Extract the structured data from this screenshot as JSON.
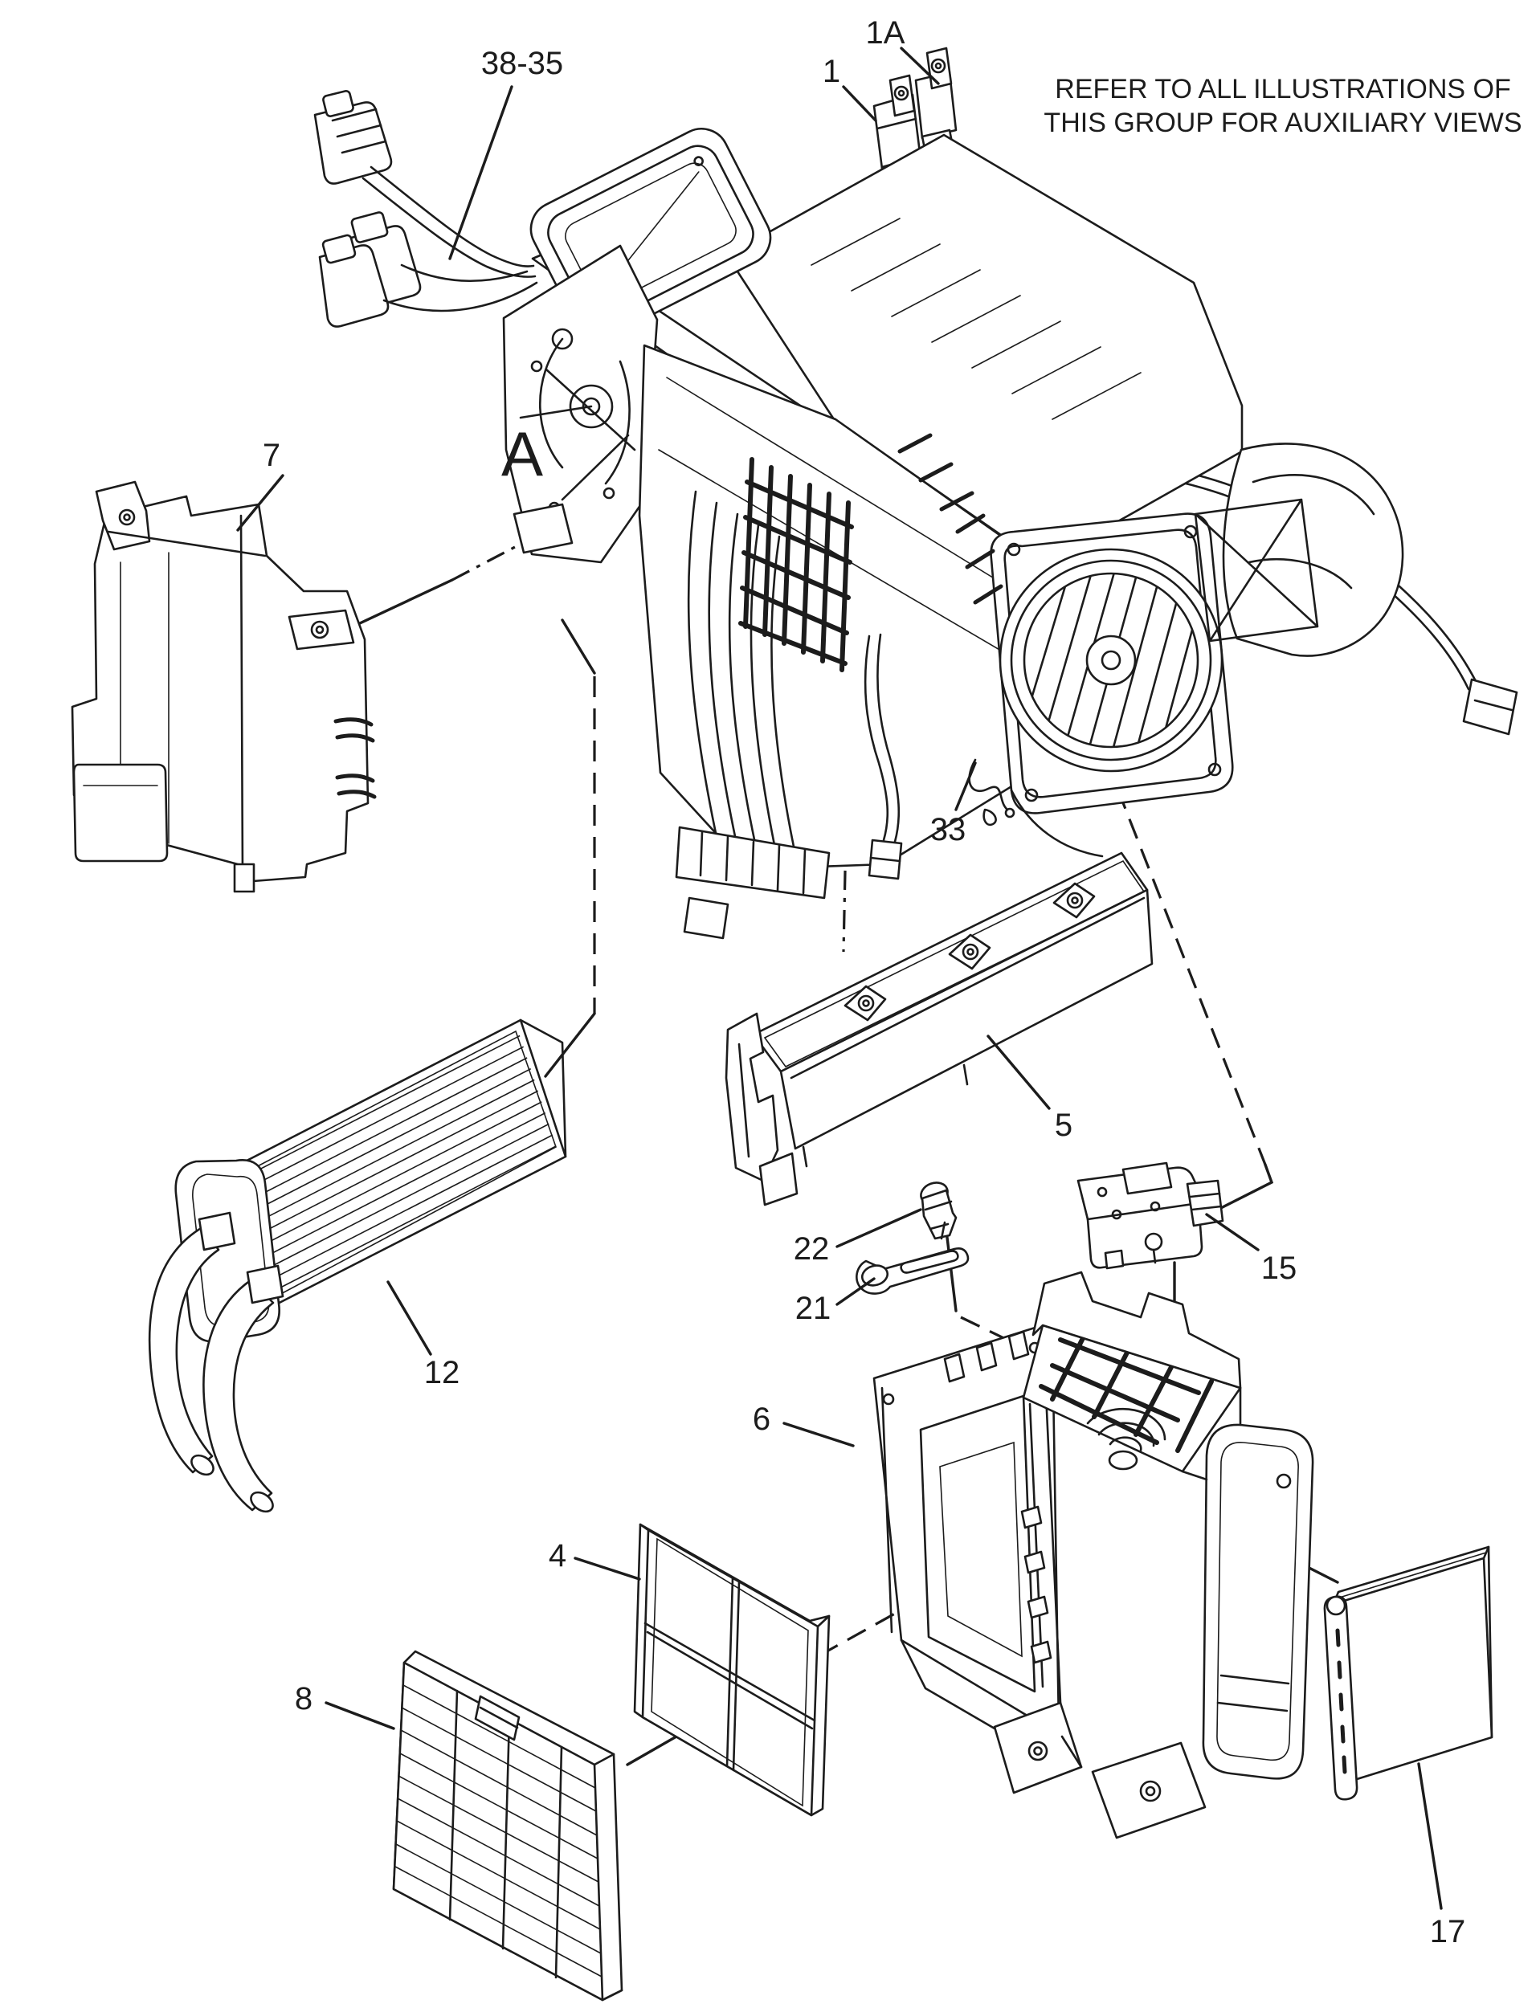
{
  "colors": {
    "ink": "#1c1c1c",
    "background": "#ffffff"
  },
  "note": {
    "line1": "REFER TO ALL ILLUSTRATIONS OF",
    "line2": "THIS GROUP FOR AUXILIARY VIEWS"
  },
  "view_label": "A",
  "callouts": {
    "harness": "38-35",
    "breaker_1a": "1A",
    "breaker_1": "1",
    "tank_7": "7",
    "wire_33": "33",
    "tray_5": "5",
    "sensor_22": "22",
    "lever_21": "21",
    "actuator_15": "15",
    "heater_core_12": "12",
    "housing_6": "6",
    "filter_4": "4",
    "grille_8": "8",
    "evaporator_17": "17"
  }
}
